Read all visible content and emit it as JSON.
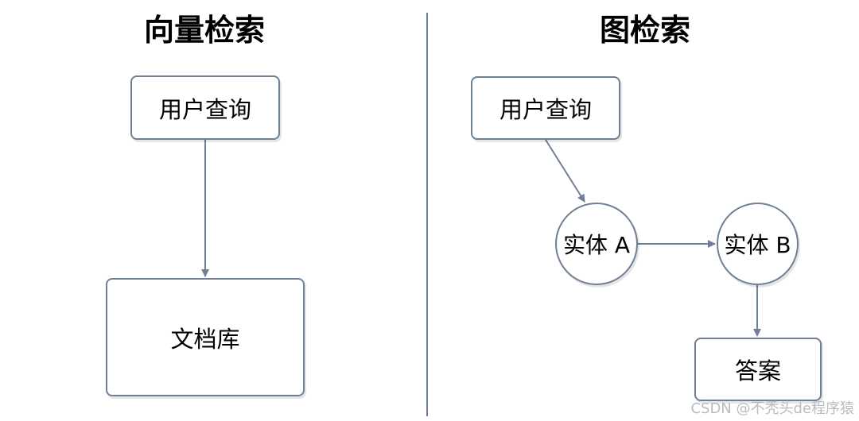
{
  "left_panel": {
    "title": "向量检索",
    "query_box": "用户查询",
    "store_box": "文档库"
  },
  "right_panel": {
    "title": "图检索",
    "query_box": "用户查询",
    "entity_a": "实体 A",
    "entity_b": "实体 B",
    "answer_box": "答案"
  },
  "watermark": "CSDN @不秃头de程序猿",
  "colors": {
    "stroke": "#6e7f96",
    "text": "#000000"
  }
}
